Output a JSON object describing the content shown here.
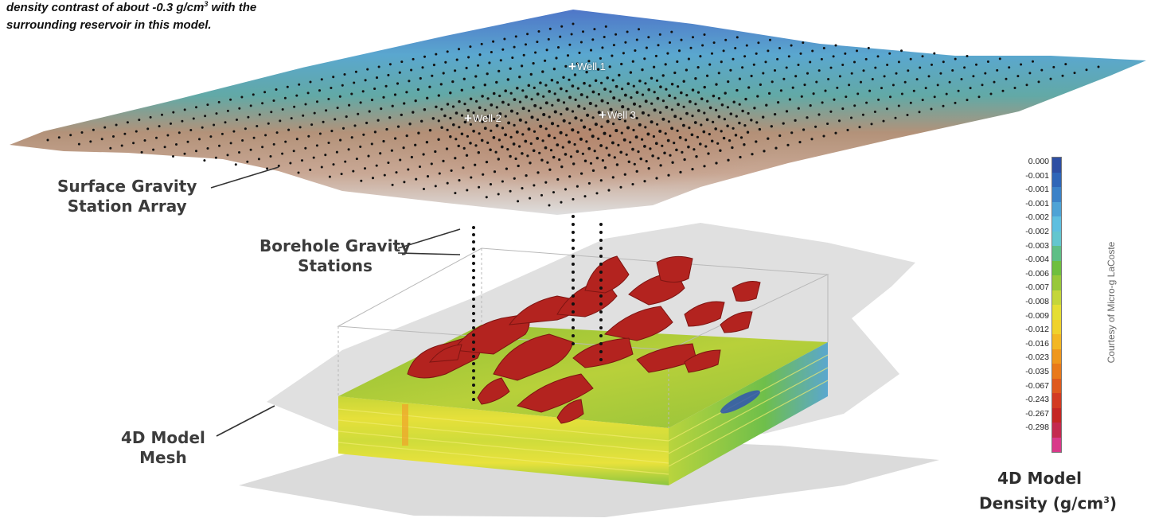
{
  "caption": {
    "line1": "density contrast of about -0.3 g/cm",
    "line1_sup": "3",
    "line1_end": " with the",
    "line2": "surrounding reservoir in this model."
  },
  "callouts": {
    "surface_line1": "Surface Gravity",
    "surface_line2": "Station Array",
    "borehole_line1": "Borehole Gravity",
    "borehole_line2": "Stations",
    "mesh_line1": "4D Model",
    "mesh_line2": "Mesh"
  },
  "wells": [
    {
      "label": "Well 1",
      "symbol": "+"
    },
    {
      "label": "Well 2",
      "symbol": "+"
    },
    {
      "label": "Well 3",
      "symbol": "+"
    }
  ],
  "legend": {
    "ticks": [
      "0.000",
      "-0.001",
      "-0.001",
      "-0.001",
      "-0.002",
      "-0.002",
      "-0.003",
      "-0.004",
      "-0.006",
      "-0.007",
      "-0.008",
      "-0.009",
      "-0.012",
      "-0.016",
      "-0.023",
      "-0.035",
      "-0.067",
      "-0.243",
      "-0.267",
      "-0.298"
    ],
    "colors": [
      "#2e4fa3",
      "#2f66b8",
      "#3b82c8",
      "#4ea3d6",
      "#5fbfe0",
      "#63c6cf",
      "#5fbf86",
      "#6fbf3f",
      "#98c83a",
      "#c4d63a",
      "#e5de33",
      "#f0d22c",
      "#f3b723",
      "#ef971d",
      "#e9791a",
      "#df5a1d",
      "#d33b22",
      "#c52724",
      "#c42a4f",
      "#d9398a"
    ],
    "title_line1": "4D Model",
    "title_line2": "Density (g/cm",
    "title_sup": "3",
    "title_end": ")"
  },
  "credit": "Courtesy of Micro-g LaCoste"
}
